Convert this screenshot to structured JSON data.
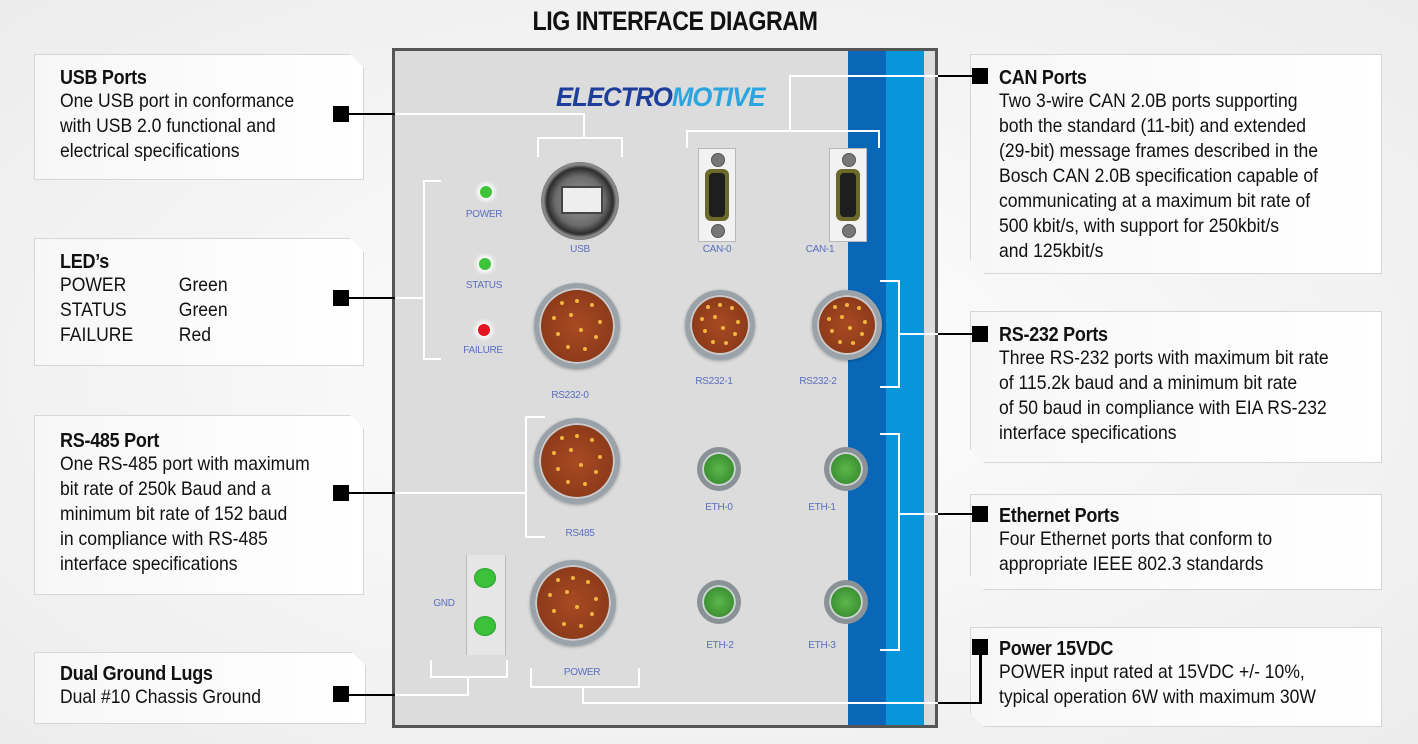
{
  "title": "LIG INTERFACE DIAGRAM",
  "logo": {
    "part1": "ELECTRO",
    "part2": "MOTIVE"
  },
  "callouts": {
    "usb": {
      "heading": "USB Ports",
      "body": "One USB port in conformance\nwith USB 2.0 functional and\nelectrical specifications"
    },
    "leds": {
      "heading": "LED’s",
      "rows": [
        {
          "name": "POWER",
          "color": "Green"
        },
        {
          "name": "STATUS",
          "color": "Green"
        },
        {
          "name": "FAILURE",
          "color": "Red"
        }
      ]
    },
    "rs485": {
      "heading": "RS-485 Port",
      "body": "One RS-485 port with maximum\nbit rate of 250k Baud and a\nminimum bit rate of 152 baud\nin compliance with RS-485\ninterface specifications"
    },
    "ground": {
      "heading": "Dual Ground Lugs",
      "body": "Dual #10 Chassis Ground"
    },
    "can": {
      "heading": "CAN Ports",
      "body": "Two 3-wire CAN 2.0B ports supporting\nboth the standard (11-bit) and extended\n(29-bit) message frames described in the\nBosch CAN 2.0B specification capable of\ncommunicating at a maximum bit rate of\n500 kbit/s, with support for 250kbit/s\nand 125kbit/s"
    },
    "rs232": {
      "heading": "RS-232 Ports",
      "body": "Three RS-232 ports with maximum bit rate\nof 115.2k baud and a minimum bit rate\nof 50 baud in compliance with EIA RS-232\ninterface specifications"
    },
    "ethernet": {
      "heading": "Ethernet Ports",
      "body": "Four Ethernet ports that conform to\nappropriate IEEE 802.3 standards"
    },
    "power": {
      "heading": "Power 15VDC",
      "body": "POWER input rated at 15VDC +/- 10%,\ntypical operation 6W with maximum 30W"
    }
  },
  "panel_labels": {
    "power_led": "POWER",
    "status_led": "STATUS",
    "failure_led": "FAILURE",
    "usb": "USB",
    "can0": "CAN-0",
    "can1": "CAN-1",
    "rs232_0": "RS232-0",
    "rs232_1": "RS232-1",
    "rs232_2": "RS232-2",
    "rs485": "RS485",
    "eth0": "ETH-0",
    "eth1": "ETH-1",
    "eth2": "ETH-2",
    "eth3": "ETH-3",
    "gnd": "GND",
    "power": "POWER"
  },
  "colors": {
    "panel_blue_dark": "#0a67b8",
    "panel_blue_light": "#0796d9",
    "led_green": "#3ec33a",
    "led_red": "#e3141d",
    "connector_brown": "#8c3a1a"
  }
}
